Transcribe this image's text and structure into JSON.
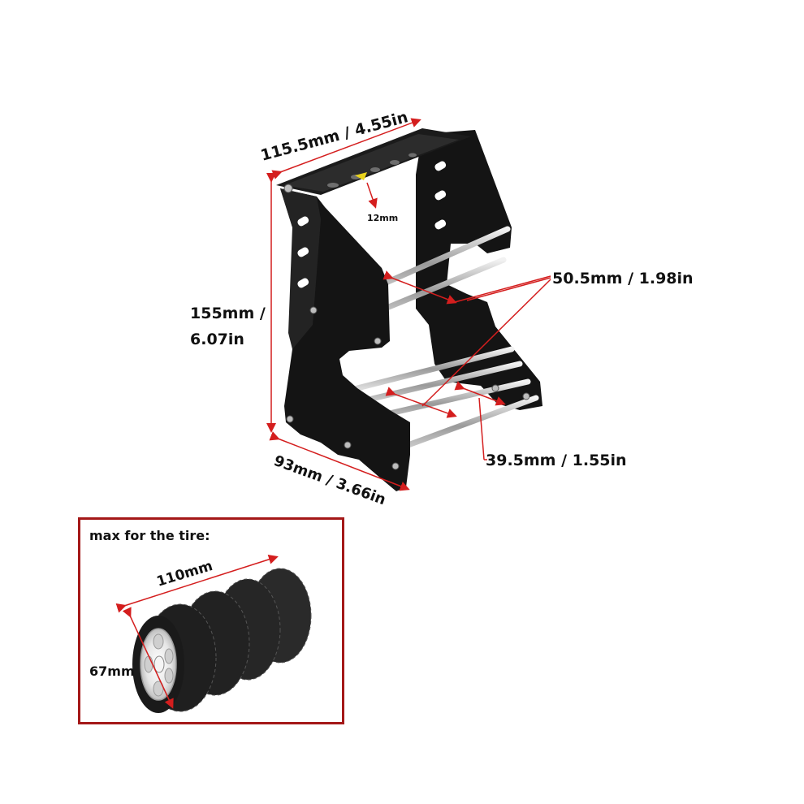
{
  "dimensions": {
    "width": "115.5mm / 4.55in",
    "slot": "12mm",
    "height_mm": "155mm /",
    "height_in": "6.07in",
    "depth": "93mm / 3.66in",
    "tier_spacing": "50.5mm / 1.98in",
    "rod_spacing": "39.5mm / 1.55in"
  },
  "tire_box": {
    "caption": "max for the tire:",
    "width": "110mm",
    "diameter": "67mm"
  },
  "colors": {
    "arrow": "#d41e1e",
    "frame": "#111111",
    "rod": "#c9c9c9",
    "box_border": "#a41818",
    "tire": "#2a2a2a"
  }
}
